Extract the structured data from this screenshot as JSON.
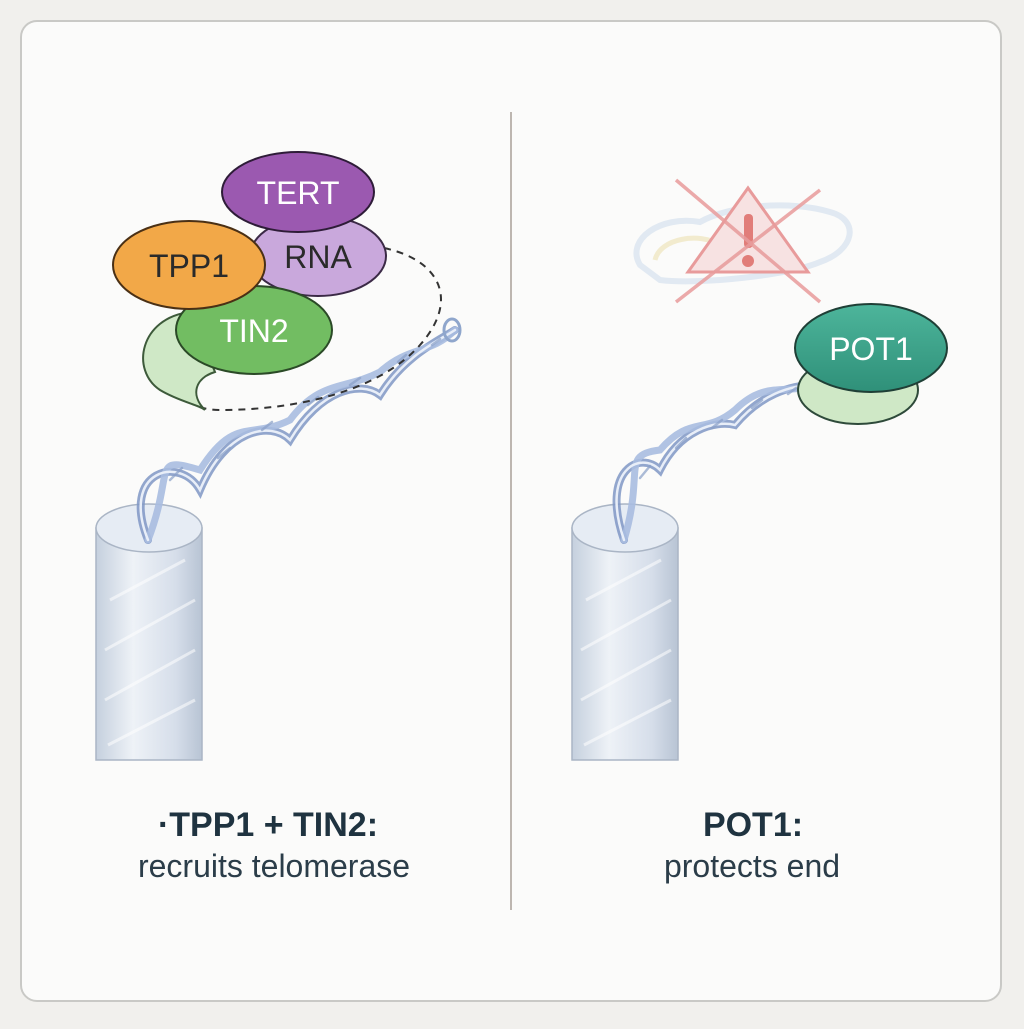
{
  "left_panel": {
    "proteins": {
      "tert": "TERT",
      "rna": "RNA",
      "tpp1": "TPP1",
      "tin2": "TIN2"
    },
    "caption_title": "·TPP1 + TIN2:",
    "caption_sub": "recruits telomerase"
  },
  "right_panel": {
    "proteins": {
      "pot1": "POT1"
    },
    "caption_title": "POT1:",
    "caption_sub": "protects end",
    "warning_icon": "warning-triangle-crossed-icon"
  },
  "colors": {
    "tert": "#9b59b0",
    "rna": "#c9a8dc",
    "tpp1": "#f2a848",
    "tin2": "#72bd62",
    "pot1": "#3ea58c",
    "pot1_base": "#cfe8c6",
    "dna": "#8fa6cc",
    "cylinder": "#dbe3ee",
    "warning": "#e27c7c"
  }
}
